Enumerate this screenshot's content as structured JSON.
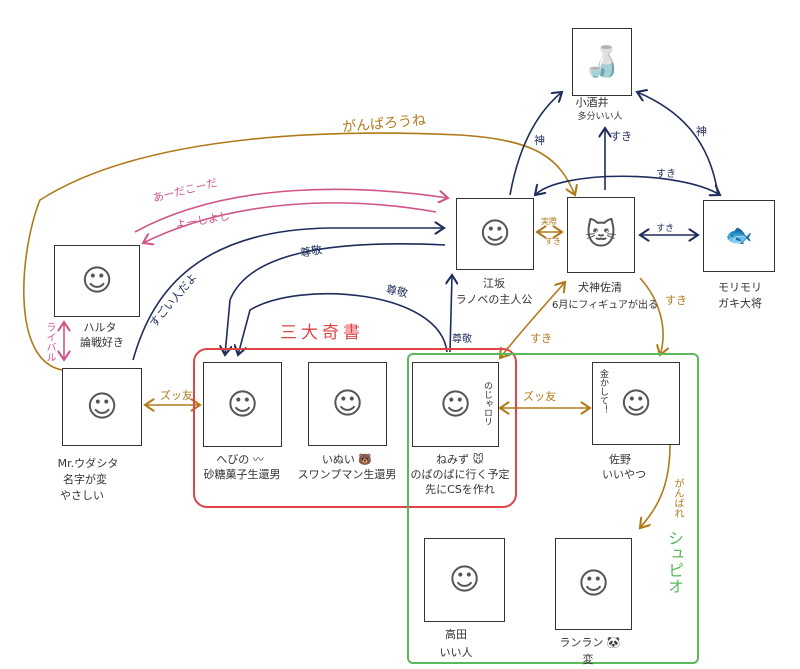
{
  "groups": {
    "sandai_kisho": {
      "label": "三大奇書",
      "color": "#e04545"
    },
    "shupio": {
      "label": "シュピオ",
      "color": "#5cb85c"
    }
  },
  "nodes": {
    "kozakai": {
      "name": "小酒井",
      "note": "多分いい人",
      "icon": "sake-bottle-icon"
    },
    "esaka": {
      "name": "江坂",
      "note": "ラノベの主人公"
    },
    "inugami": {
      "name": "犬神佐清",
      "note": "6月にフィギュアが出る",
      "icon": "cat-icon"
    },
    "morimori": {
      "name": "モリモリ",
      "note": "ガキ大将",
      "icon": "fish-icon"
    },
    "haruta": {
      "name": "ハルタ",
      "note": "論戦好き"
    },
    "uda": {
      "name": "Mr.ウダシタ",
      "note": "名字が変",
      "note2": "やさしい"
    },
    "hebino": {
      "name": "へびの 〰",
      "note": "砂糖菓子生還男"
    },
    "inui": {
      "name": "いぬい 🐻",
      "note": "スワンプマン生還男"
    },
    "nezumi": {
      "name": "ねみず 🐭",
      "note": "のばのばに行く予定",
      "note2": "先にCSを作れ",
      "inbox": "のじゃロリ"
    },
    "sano": {
      "name": "佐野",
      "note": "いいやつ",
      "inbox": "金かして！"
    },
    "takada": {
      "name": "高田",
      "note": "いい人"
    },
    "ranran": {
      "name": "ランラン 🐼",
      "note": "変"
    }
  },
  "edges": {
    "ganbarou": "がんばろうね",
    "adakoda": "あーだこーだ",
    "yoshiyoshi": "よーしよし",
    "sonkei1": "尊敬",
    "sugoi": "すごい人だよ",
    "sonkei2": "尊敬",
    "sonkei3": "尊敬",
    "rival": "ライバル",
    "zuttomo1": "ズッ友",
    "zuttomo2": "ズッ友",
    "suki_nezumi": "すき",
    "suki_sano": "すき",
    "ganbare": "がんばれ",
    "kami1": "神",
    "suki_kozakai": "すき",
    "kami2": "神",
    "suki_top": "すき",
    "suki_mori": "すき",
    "jissai": "実際",
    "jissai_suki": "すき"
  },
  "colors": {
    "brown": "#b07a1a",
    "pink": "#d0558a",
    "navy": "#1e2d5c",
    "red": "#e04545",
    "green": "#5cb85c"
  }
}
